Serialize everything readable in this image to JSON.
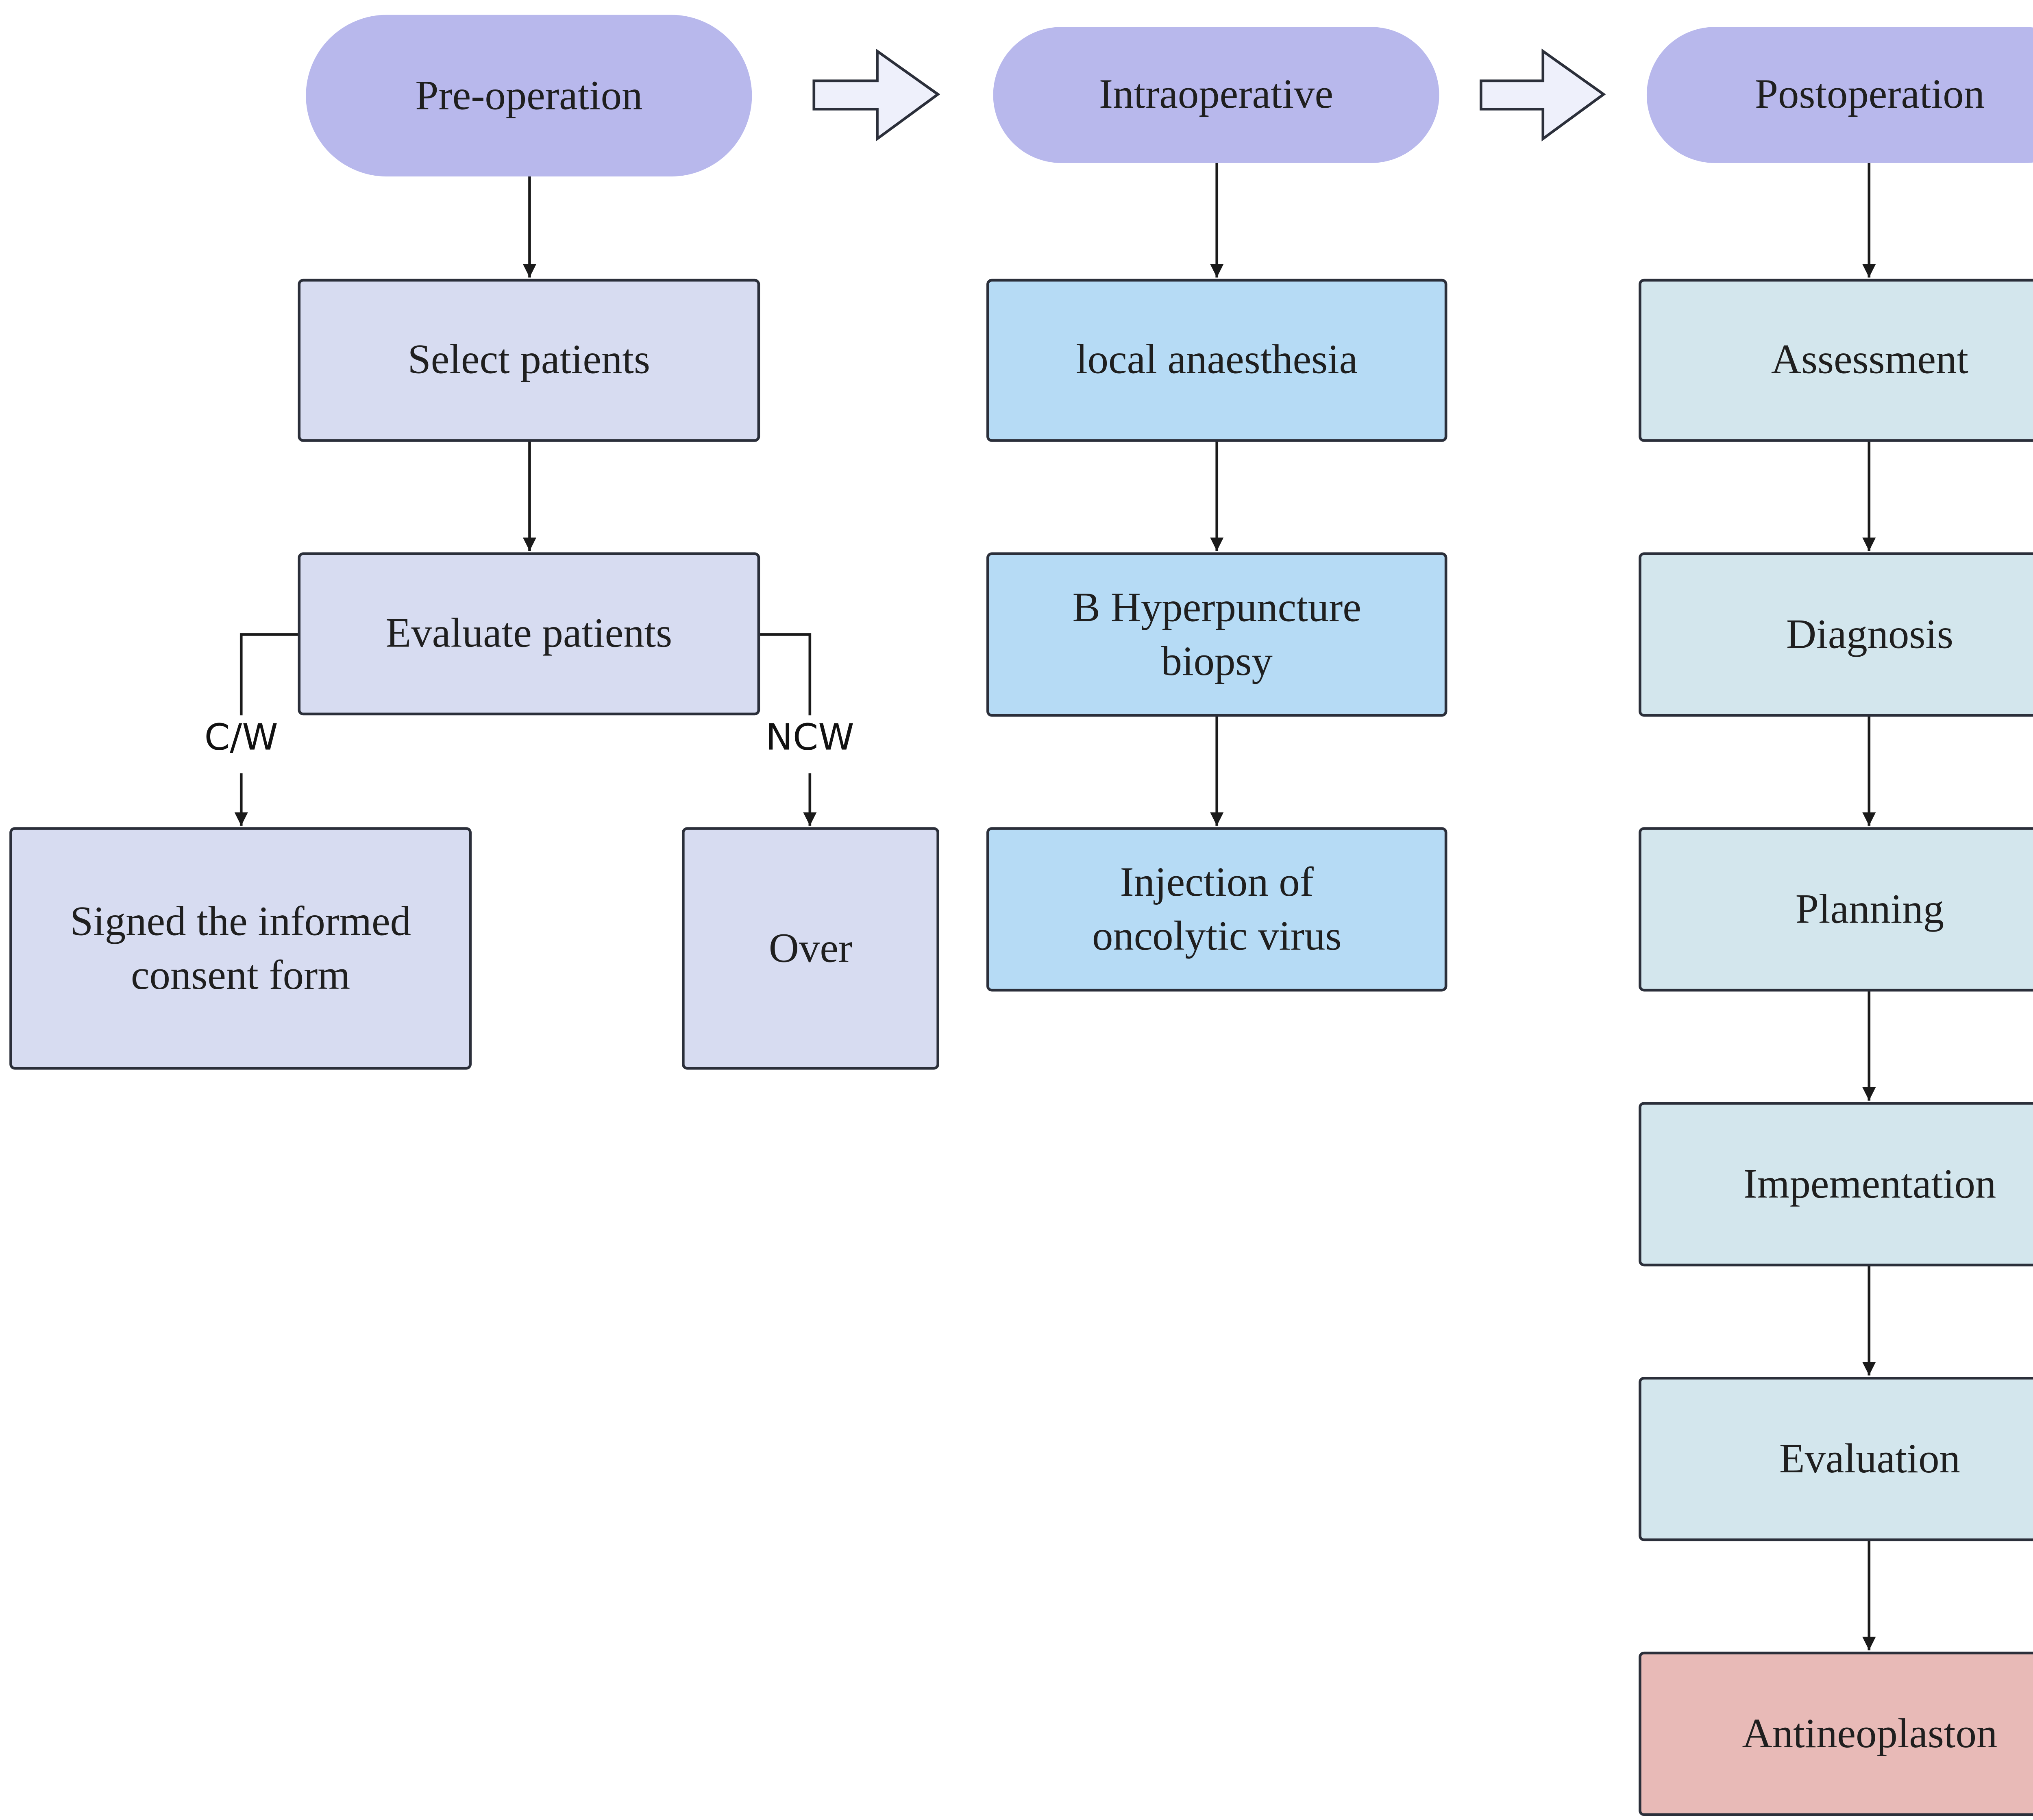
{
  "phases": {
    "pre": {
      "label": "Pre-operation"
    },
    "intra": {
      "label": "Intraoperative"
    },
    "post": {
      "label": "Postoperation"
    }
  },
  "pre_steps": {
    "select": "Select patients",
    "evaluate": "Evaluate patients",
    "consent": "Signed the informed consent form",
    "over": "Over"
  },
  "branch_labels": {
    "left": "C/W",
    "right": "NCW"
  },
  "intra_steps": {
    "anaesthesia": "local anaesthesia",
    "biopsy": "B Hyperpuncture biopsy",
    "injection": "Injection of oncolytic virus"
  },
  "post_steps": {
    "assessment": "Assessment",
    "diagnosis": "Diagnosis",
    "planning": "Planning",
    "implementation": "Impementation",
    "evaluation": "Evaluation",
    "antineoplaston": "Antineoplaston"
  },
  "colors": {
    "phase_pill": "#b8b8ec",
    "pre_box": "#d7dcf1",
    "intra_box": "#b6dbf5",
    "post_box": "#d3e6ed",
    "final_box": "#e8bab7",
    "line": "#1a1a1a"
  }
}
